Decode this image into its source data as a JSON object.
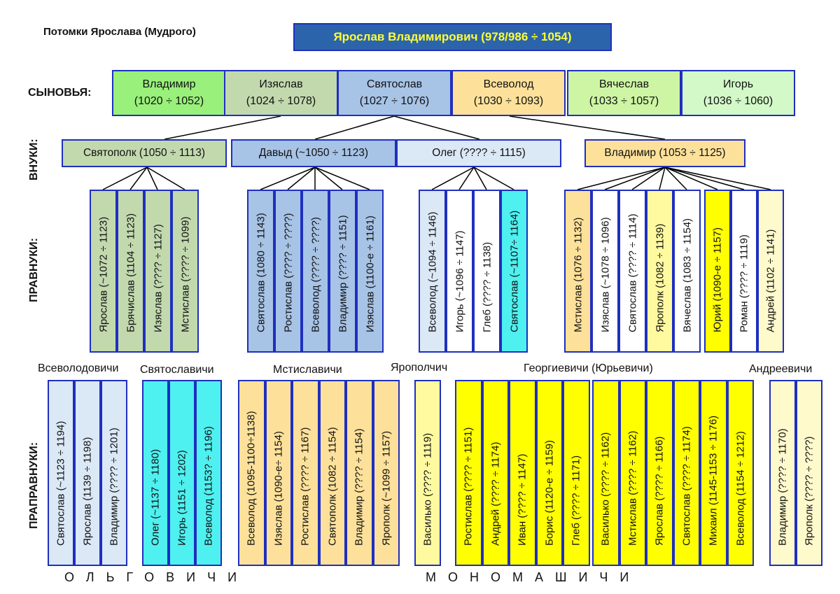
{
  "title": "Потомки Ярослава (Мудрого)",
  "root": "Ярослав Владимирович (978/986 ÷ 1054)",
  "row_labels": {
    "sons": "СЫНОВЬЯ:",
    "grandsons": "ВНУКИ:",
    "great_grandsons": "ПРАВНУКИ:",
    "great_great_grandsons": "ПРАПРАВНУКИ:"
  },
  "sons": [
    {
      "name": "Владимир",
      "years": "(1020 ÷ 1052)",
      "color": "#99f07a"
    },
    {
      "name": "Изяслав",
      "years": "(1024 ÷ 1078)",
      "color": "#c2d9ae"
    },
    {
      "name": "Святослав",
      "years": "(1027 ÷ 1076)",
      "color": "#a7c3e6"
    },
    {
      "name": "Всеволод",
      "years": "(1030 ÷ 1093)",
      "color": "#fde19a"
    },
    {
      "name": "Вячеслав",
      "years": "(1033 ÷ 1057)",
      "color": "#cdf5a3"
    },
    {
      "name": "Игорь",
      "years": "(1036 ÷ 1060)",
      "color": "#d3f9c8"
    }
  ],
  "grandsons": [
    {
      "label": "Святополк (1050 ÷ 1113)",
      "color": "#c2d9ae"
    },
    {
      "label": "Давыд (~1050 ÷ 1123)",
      "color": "#a7c3e6"
    },
    {
      "label": "Олег (???? ÷ 1115)",
      "color": "#dbe8f6"
    },
    {
      "label": "Владимир (1053 ÷ 1125)",
      "color": "#fde19a"
    }
  ],
  "great_grandsons": [
    {
      "label": "Ярослав (~1072 ÷ 1123)",
      "color": "#c2d9ae"
    },
    {
      "label": "Брячислав (1104 ÷ 1123)",
      "color": "#c2d9ae"
    },
    {
      "label": "Изяслав (???? ÷ 1127)",
      "color": "#c2d9ae"
    },
    {
      "label": "Мстислав (???? ÷ 1099)",
      "color": "#c2d9ae"
    },
    {
      "label": "Святослав (1080 ÷ 1143)",
      "color": "#a7c3e6"
    },
    {
      "label": "Ростислав (???? ÷ ????)",
      "color": "#a7c3e6"
    },
    {
      "label": "Всеволод (???? ÷ ????)",
      "color": "#a7c3e6"
    },
    {
      "label": "Владимир (???? ÷ 1151)",
      "color": "#a7c3e6"
    },
    {
      "label": "Изяслав (1100-е ÷ 1161)",
      "color": "#a7c3e6"
    },
    {
      "label": "Всеволод (~1094 ÷ 1146)",
      "color": "#dbe8f6"
    },
    {
      "label": "Игорь (~1096 ÷ 1147)",
      "color": "#ffffff"
    },
    {
      "label": "Глеб (???? ÷ 1138)",
      "color": "#ffffff"
    },
    {
      "label": "Святослав (~1107÷ 1164)",
      "color": "#4ff0f0"
    },
    {
      "label": "Мстислав (1076 ÷ 1132)",
      "color": "#fde19a"
    },
    {
      "label": "Изяслав (~1078 ÷ 1096)",
      "color": "#ffffff"
    },
    {
      "label": "Святослав (???? ÷ 1114)",
      "color": "#ffffff"
    },
    {
      "label": "Ярополк (1082 ÷ 1139)",
      "color": "#fffaa0"
    },
    {
      "label": "Вячеслав (1083 ÷ 1154)",
      "color": "#ffffff"
    },
    {
      "label": "Юрий (1090-е ÷ 1157)",
      "color": "#ffff00"
    },
    {
      "label": "Роман (???? ÷ 1119)",
      "color": "#ffffff"
    },
    {
      "label": "Андрей (1102 ÷ 1141)",
      "color": "#fffacc"
    }
  ],
  "family_labels": {
    "vsevolodovichi": "Всеволодовичи",
    "svyatoslavichi": "Святославичи",
    "mstislavichi": "Мстиславичи",
    "yaropolchich": "Ярополчич",
    "georgievichi": "Георгиевичи (Юрьевичи)",
    "andreevichi": "Андреевичи"
  },
  "great_great_grandsons": [
    {
      "label": "Святослав (~1123 ÷ 1194)",
      "color": "#dbe8f6"
    },
    {
      "label": "Ярослав (1139 ÷ 1198)",
      "color": "#dbe8f6"
    },
    {
      "label": "Владимир (???? ÷ 1201)",
      "color": "#dbe8f6"
    },
    {
      "label": "Олег (~1137 ÷ 1180)",
      "color": "#4ff0f0"
    },
    {
      "label": "Игорь (1151 ÷ 1202)",
      "color": "#4ff0f0"
    },
    {
      "label": "Всеволод (1153? ÷ 1196)",
      "color": "#4ff0f0"
    },
    {
      "label": "Всеволод (1095-1100÷1138)",
      "color": "#fde19a"
    },
    {
      "label": "Изяслав (1090-е÷ 1154)",
      "color": "#fde19a"
    },
    {
      "label": "Ростислав (???? ÷ 1167)",
      "color": "#fde19a"
    },
    {
      "label": "Святополк (1082 ÷ 1154)",
      "color": "#fde19a"
    },
    {
      "label": "Владимир (???? ÷ 1154)",
      "color": "#fde19a"
    },
    {
      "label": "Ярополк (~1099 ÷ 1157)",
      "color": "#fde19a"
    },
    {
      "label": "Василько (???? ÷ 1119)",
      "color": "#fffaa0"
    },
    {
      "label": "Ростислав (???? ÷ 1151)",
      "color": "#ffff00"
    },
    {
      "label": "Андрей (???? ÷ 1174)",
      "color": "#ffff00"
    },
    {
      "label": "Иван (???? ÷ 1147)",
      "color": "#ffff00"
    },
    {
      "label": "Борис (1120-е ÷ 1159)",
      "color": "#ffff00"
    },
    {
      "label": "Глеб (???? ÷ 1171)",
      "color": "#ffff00"
    },
    {
      "label": "Василько (???? ÷ 1162)",
      "color": "#ffff00"
    },
    {
      "label": "Мстислав (???? ÷ 1162)",
      "color": "#ffff00"
    },
    {
      "label": "Ярослав (???? ÷ 1166)",
      "color": "#ffff00"
    },
    {
      "label": "Святослав (???? ÷ 1174)",
      "color": "#ffff00"
    },
    {
      "label": "Михаил (1145-1153 ÷ 1176)",
      "color": "#ffff00"
    },
    {
      "label": "Всеволод (1154 ÷ 1212)",
      "color": "#ffff00"
    },
    {
      "label": "Владимир (???? ÷ 1170)",
      "color": "#fffacc"
    },
    {
      "label": "Ярополк (???? ÷ ????)",
      "color": "#fffacc"
    }
  ],
  "dynasties": {
    "olgovichi": "ОЛЬГОВИЧИ",
    "monomashichi": "МОНОМАШИЧИ"
  }
}
